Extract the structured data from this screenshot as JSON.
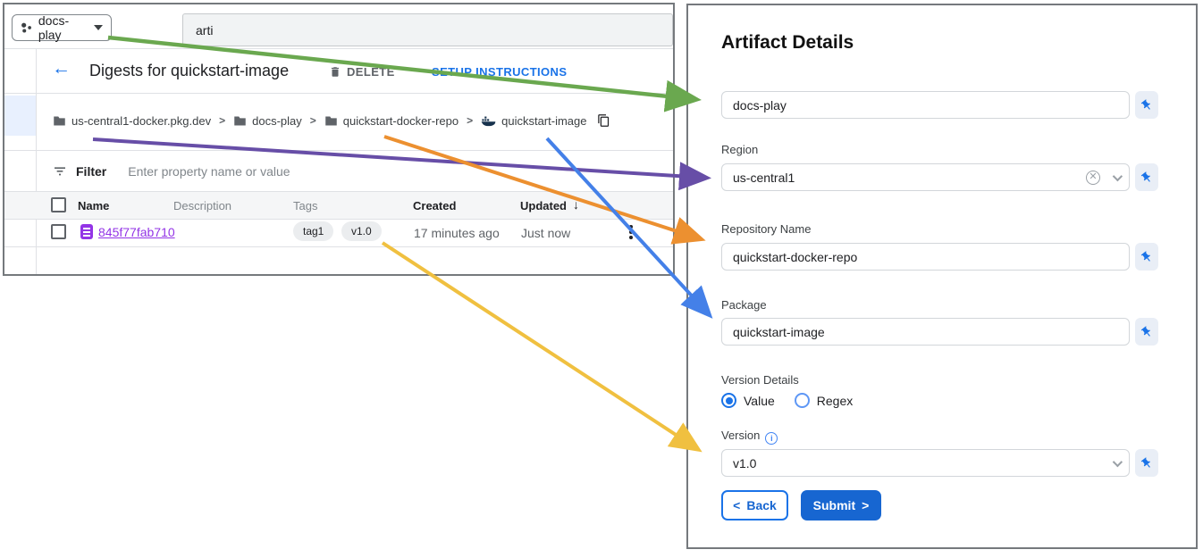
{
  "icons": {
    "back_arrow": "←",
    "breadcrumb_sep": ">",
    "sort_desc": "↓",
    "chevron_left": "<",
    "chevron_right": ">",
    "info": "i",
    "clear": "✕"
  },
  "left_window": {
    "project_selector": {
      "label": "docs-play"
    },
    "search": {
      "value": "arti"
    },
    "toolbar": {
      "title": "Digests for quickstart-image",
      "delete_label": "DELETE",
      "setup_label": "SETUP INSTRUCTIONS"
    },
    "breadcrumb": {
      "registry": "us-central1-docker.pkg.dev",
      "project": "docs-play",
      "repository": "quickstart-docker-repo",
      "package": "quickstart-image"
    },
    "filter": {
      "label": "Filter",
      "placeholder": "Enter property name or value"
    },
    "table": {
      "headers": {
        "name": "Name",
        "description": "Description",
        "tags": "Tags",
        "created": "Created",
        "updated": "Updated"
      },
      "row": {
        "name": "845f77fab710",
        "tags": [
          "tag1",
          "v1.0"
        ],
        "created": "17 minutes ago",
        "updated": "Just now"
      }
    }
  },
  "panel": {
    "title": "Artifact Details",
    "project_field": {
      "value": "docs-play"
    },
    "region": {
      "label": "Region",
      "value": "us-central1"
    },
    "repository": {
      "label": "Repository Name",
      "value": "quickstart-docker-repo"
    },
    "package": {
      "label": "Package",
      "value": "quickstart-image"
    },
    "version_details": {
      "label": "Version Details",
      "options": [
        "Value",
        "Regex"
      ],
      "selected": "Value"
    },
    "version": {
      "label": "Version",
      "value": "v1.0"
    },
    "buttons": {
      "back": "Back",
      "submit": "Submit"
    }
  },
  "arrows": {
    "green": "#6aa84f",
    "purple": "#674ea7",
    "orange": "#ec9030",
    "blue": "#4480e8",
    "yellow": "#f0c040"
  }
}
